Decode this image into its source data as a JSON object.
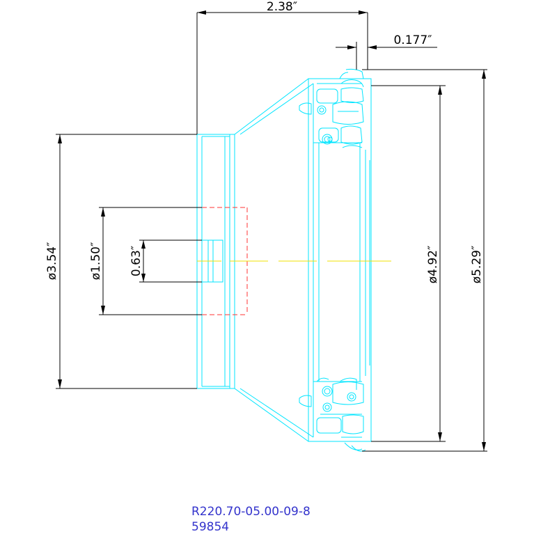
{
  "colors": {
    "background": "#ffffff",
    "part_outline": "#00e5ff",
    "dimension": "#000000",
    "hidden_line": "#ff3333",
    "centerline": "#f0e000",
    "title": "#3333cc"
  },
  "dimensions": {
    "overall_length": "2.38″",
    "insert_offset": "0.177″",
    "hub_diameter": "ø3.54″",
    "bore_diameter": "ø1.50″",
    "keyway_width": "0.63″",
    "body_diameter": "ø4.92″",
    "cutting_diameter": "ø5.29″"
  },
  "title_block": {
    "part_number": "R220.70-05.00-09-8",
    "item_number": "59854"
  }
}
